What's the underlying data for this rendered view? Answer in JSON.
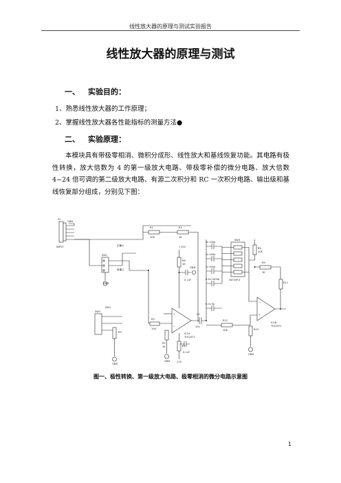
{
  "header": "线性放大器的原理与测试实验报告",
  "title": "线性放大器的原理与测试",
  "section1": {
    "num": "一、",
    "title": "实验目的："
  },
  "objectives": [
    "1、熟悉线性放大器的工作原理；",
    "2、掌握线性放大器各性能指标的测量方法"
  ],
  "bullet": "●",
  "section2": {
    "num": "二、",
    "title": "实验原理："
  },
  "principle": "本模块具有带极零相消、微积分成形、线性放大和基线恢复功能。其电路有极性转换，放大倍数为 4 的第一级放大电路、带极零补偿的微分电路、放大倍数 4~24 倍可调的第二级放大电路、有源二次积分和 RC 一次积分电路、输出级和基线恢复部分组成，分别见下图：",
  "figure": {
    "caption": "图一、极性转换、第一级放大电路、极零相消的微分电路示意图",
    "labels": {
      "p1": "P1",
      "input": "INPUT",
      "gnd": "GND",
      "sw1": "SW1",
      "sw2": "SW2",
      "sw3": "SW3",
      "pos": "正输入",
      "neg": "负输入",
      "sw3tag": "SW1",
      "r1": "R1",
      "r1v": "10K",
      "r2": "R2",
      "r2v": "1K",
      "r3": "R3",
      "r4": "R4",
      "r4v": "10K",
      "r5": "R5",
      "r5v": "1K",
      "r6": "R6",
      "r6v": "1K",
      "r7": "R7",
      "r7v": "10K",
      "r8": "R8",
      "r8v": "10K",
      "r9": "R9",
      "r10": "R10",
      "r10v": "1K",
      "r11": "R11",
      "r12": "R12",
      "r12v": "10K",
      "r13": "R13",
      "c1": "C1",
      "c2": "C2",
      "c2v": "0.1uF",
      "c3": "C3",
      "c3v": "0.1uF",
      "vcc": "+12V",
      "vee": "-12V",
      "u1a": "IC1A",
      "u1a_t": "TLE2071",
      "u1b": "IC1B",
      "u1b_t": "TLE2071",
      "dip": "SW DIP-4",
      "caps": [
        "5s 100p",
        "2s 200p",
        "1s 500p",
        "0.5s 1000p",
        "0.2s 5p"
      ],
      "cf": "10s"
    }
  }
}
